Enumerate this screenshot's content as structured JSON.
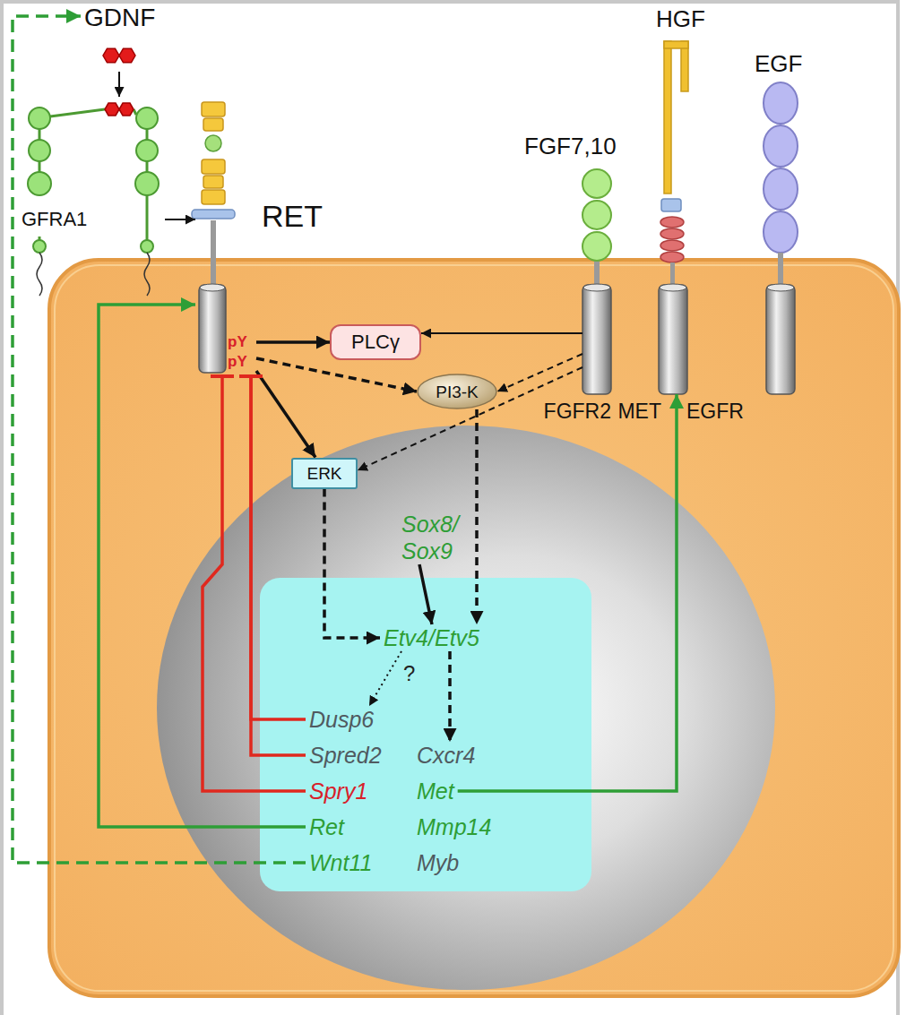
{
  "diagram": {
    "nodes": [
      {
        "text": [
          "GDNF"
        ]
      },
      {
        "text": [
          "GFRA1"
        ]
      },
      {
        "text": [
          "RET",
          "pY",
          "pY"
        ]
      },
      {
        "text": [
          "PLCγ"
        ]
      },
      {
        "text": [
          "FGFR2"
        ]
      },
      {
        "text": [
          "MET"
        ]
      },
      {
        "text": [
          "EGFR"
        ]
      },
      {
        "text": [
          "PI3-K"
        ]
      },
      {
        "text": [
          "ERK"
        ]
      },
      {
        "text": [
          "Sox8/ Sox9"
        ]
      },
      {
        "text": [
          "Etv4/Etv5"
        ]
      },
      {
        "text": [
          "Dusp6"
        ]
      },
      {
        "text": [
          "Spred2"
        ]
      },
      {
        "text": [
          "Cxcr4"
        ]
      },
      {
        "text": [
          "Spry1"
        ]
      },
      {
        "text": [
          "Met"
        ]
      },
      {
        "text": [
          "Ret"
        ]
      },
      {
        "text": [
          "Mmp14"
        ]
      },
      {
        "text": [
          "Wnt11"
        ]
      },
      {
        "text": [
          "Myb"
        ]
      }
    ],
    "edges": [
      {
        "from": 0,
        "to": 1,
        "arrow": "to"
      },
      {
        "from": 1,
        "to": 2,
        "arrow": "to"
      },
      {
        "from": 2,
        "to": 3,
        "arrow": "to"
      },
      {
        "from": 2,
        "to": 7,
        "arrow": "to"
      },
      {
        "from": 2,
        "to": 8,
        "arrow": "to"
      },
      {
        "from": 4,
        "to": 3,
        "arrow": "to"
      },
      {
        "from": 4,
        "to": 7,
        "arrow": "to"
      },
      {
        "from": 4,
        "to": 8,
        "arrow": "to"
      },
      {
        "from": 8,
        "to": 10,
        "arrow": "to"
      },
      {
        "from": 9,
        "to": 10,
        "arrow": "to"
      },
      {
        "from": 7,
        "to": 10,
        "arrow": "to"
      },
      {
        "from": 10,
        "to": 11,
        "arrow": "to",
        "label": "?"
      },
      {
        "from": 10,
        "to": 13,
        "arrow": "to"
      },
      {
        "from": 11,
        "to": 2,
        "arrow": "to"
      },
      {
        "from": 12,
        "to": 2,
        "arrow": "to"
      },
      {
        "from": 14,
        "to": 2,
        "arrow": "to"
      },
      {
        "from": 16,
        "to": 2,
        "arrow": "to"
      },
      {
        "from": 15,
        "to": 5,
        "arrow": "to"
      },
      {
        "from": 18,
        "to": 0,
        "arrow": "to"
      }
    ],
    "labels": [
      "FGF7,10",
      "HGF",
      "EGF"
    ]
  }
}
